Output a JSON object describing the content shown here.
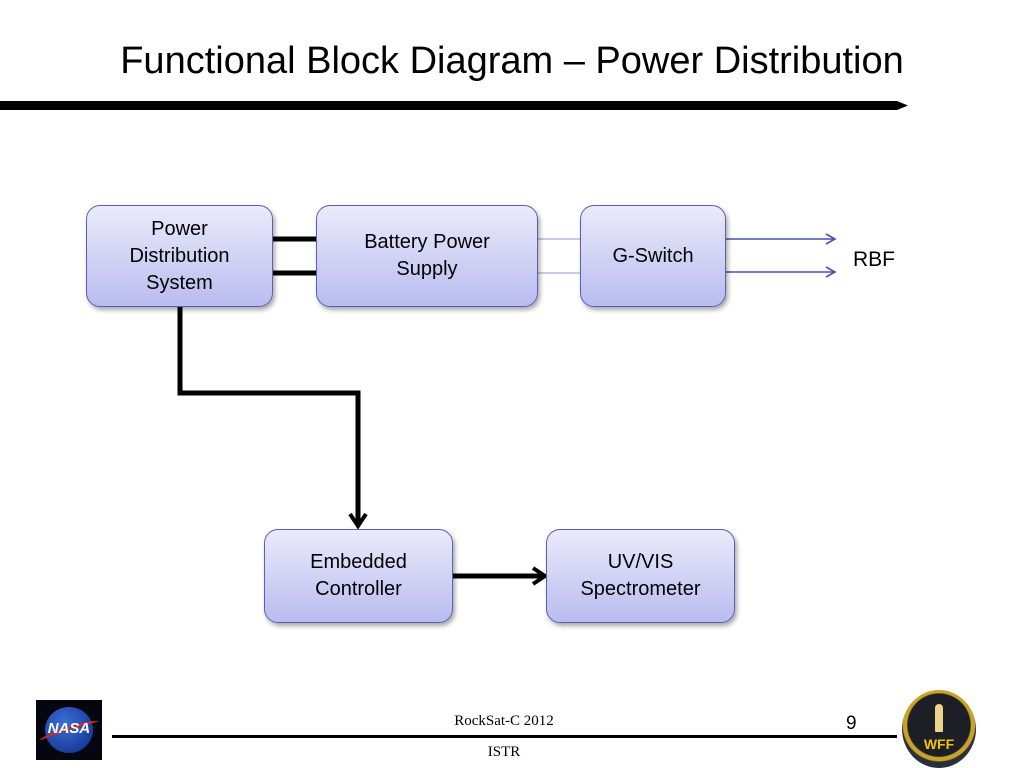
{
  "title": "Functional Block Diagram – Power Distribution",
  "blocks": {
    "power_distribution": "Power\nDistribution\nSystem",
    "battery": "Battery Power\nSupply",
    "gswitch": "G-Switch",
    "controller": "Embedded\nController",
    "spectrometer": "UV/VIS\nSpectrometer"
  },
  "external_label": "RBF",
  "footer": {
    "title": "RockSat-C 2012",
    "org": "ISTR",
    "page_number": "9"
  },
  "logos": {
    "left": "NASA",
    "right": "WFF"
  },
  "colors": {
    "box_fill_top": "#eaebfb",
    "box_fill_bottom": "#b9bcef",
    "box_border": "#5a5fb8",
    "thin_line": "#4a50b0"
  }
}
